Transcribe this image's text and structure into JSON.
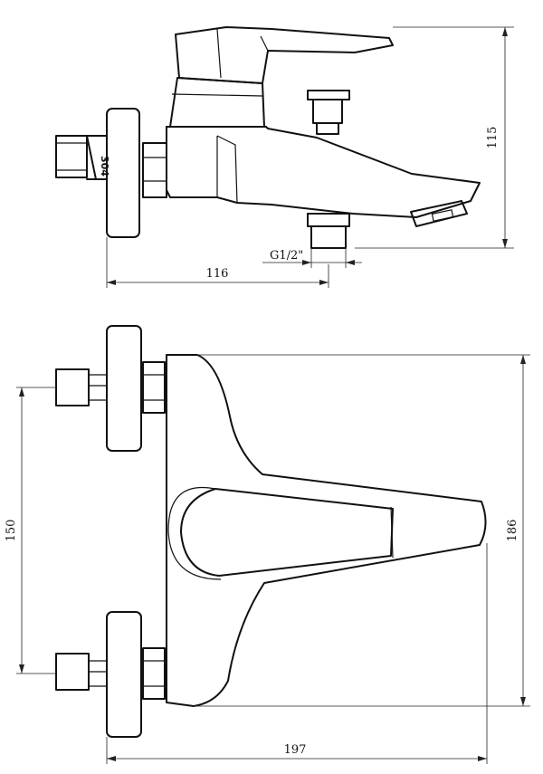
{
  "side_view": {
    "height_dim": "115",
    "depth_dim": "116",
    "thread_label": "G1/2\"",
    "part_mark": "304"
  },
  "top_view": {
    "centers_dim": "150",
    "height_dim": "186",
    "width_dim": "197"
  }
}
